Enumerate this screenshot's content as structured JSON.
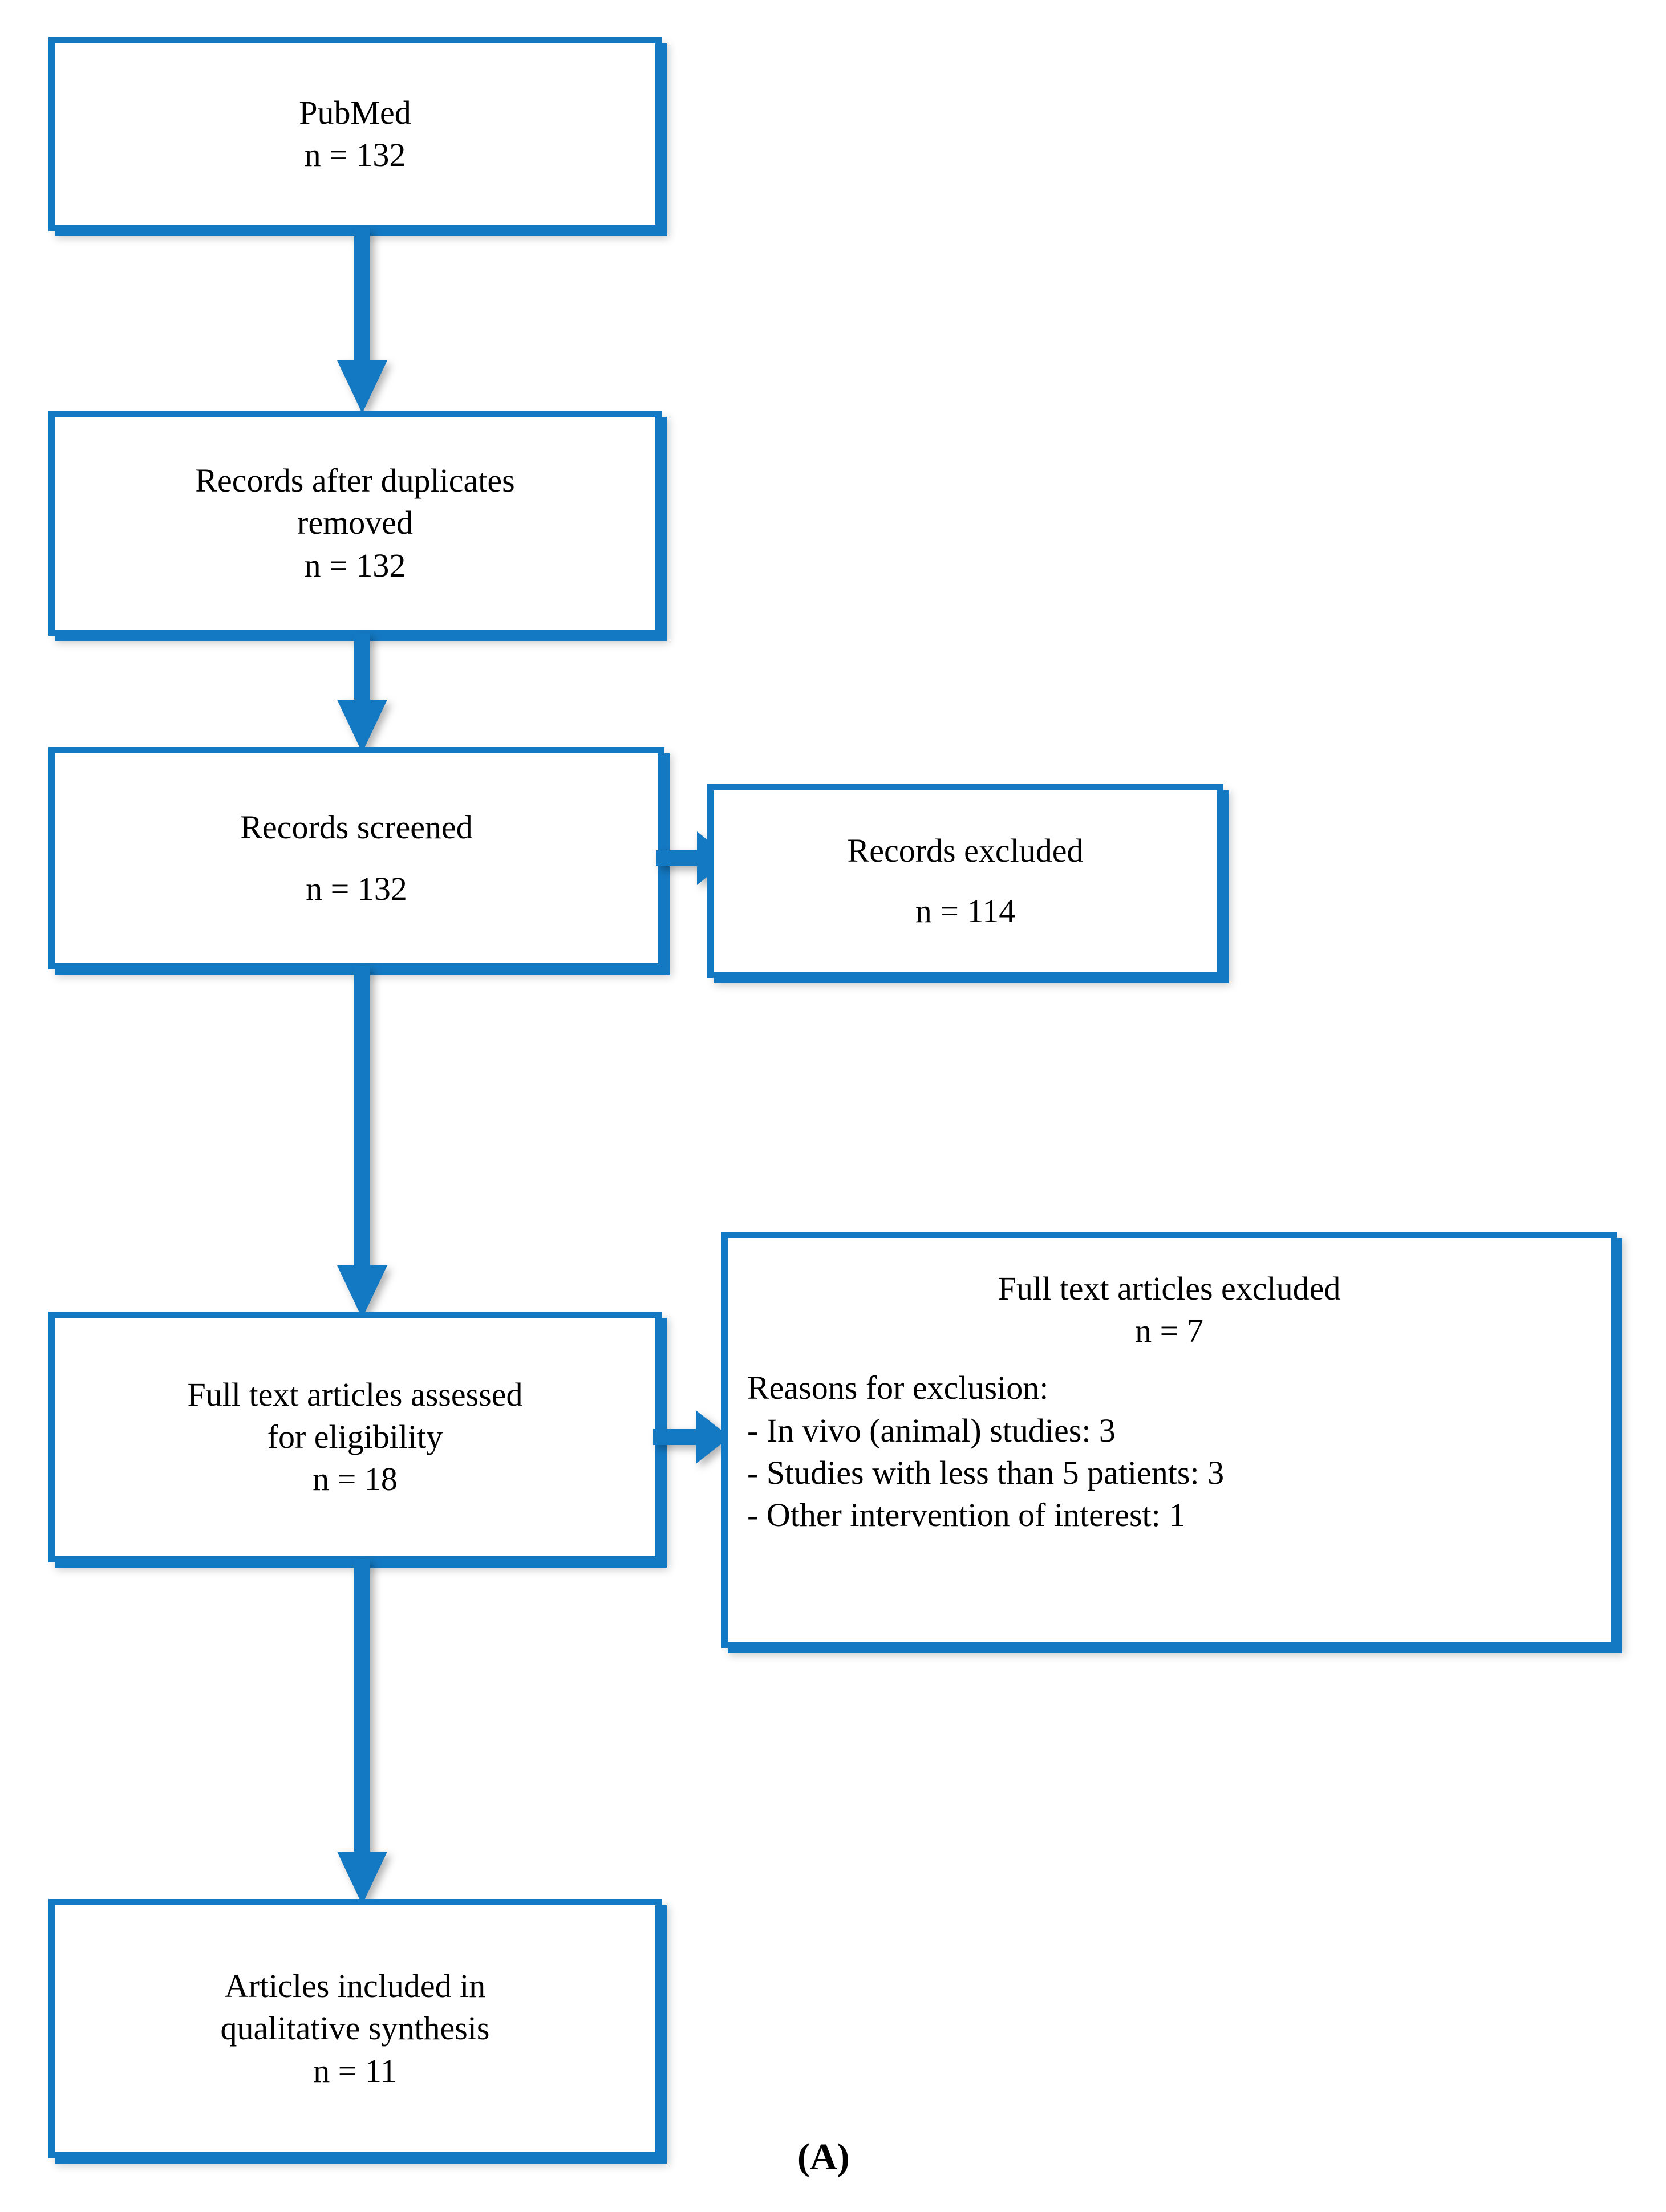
{
  "figure": {
    "caption": "(A)",
    "accent_color": "#1479c3",
    "text_color": "#000000",
    "background_color": "#ffffff"
  },
  "flow": {
    "nodes": [
      {
        "id": "identification-pubmed",
        "lines": [
          "PubMed",
          "n = 132"
        ]
      },
      {
        "id": "records-after-duplicates",
        "lines": [
          "Records after duplicates",
          "removed",
          "n = 132"
        ]
      },
      {
        "id": "records-screened",
        "lines": [
          "Records screened",
          "n = 132"
        ]
      },
      {
        "id": "records-excluded",
        "lines": [
          "Records excluded",
          "n = 114"
        ]
      },
      {
        "id": "full-text-assessed",
        "lines": [
          "Full text articles assessed",
          "for eligibility",
          "n = 18"
        ]
      },
      {
        "id": "full-text-excluded",
        "title": "Full text articles excluded",
        "count": "n = 7",
        "reasons_header": "Reasons for exclusion:",
        "reasons": [
          "- In vivo (animal) studies: 3",
          "- Studies with less than 5 patients: 3",
          "- Other intervention of interest: 1"
        ]
      },
      {
        "id": "articles-included",
        "lines": [
          "Articles included in",
          "qualitative synthesis",
          "n = 11"
        ]
      }
    ],
    "connectors": [
      {
        "id": "pubmed-to-duplicates",
        "direction": "down"
      },
      {
        "id": "duplicates-to-screened",
        "direction": "down"
      },
      {
        "id": "screened-to-excluded",
        "direction": "right"
      },
      {
        "id": "screened-to-fulltext",
        "direction": "down"
      },
      {
        "id": "fulltext-to-fulltext-excluded",
        "direction": "right"
      },
      {
        "id": "fulltext-to-included",
        "direction": "down"
      }
    ]
  },
  "chart_data": {
    "type": "diagram",
    "title": "PRISMA study selection flow diagram (A)",
    "stages": [
      {
        "label": "PubMed",
        "n": 132
      },
      {
        "label": "Records after duplicates removed",
        "n": 132
      },
      {
        "label": "Records screened",
        "n": 132
      },
      {
        "label": "Records excluded",
        "n": 114
      },
      {
        "label": "Full text articles assessed for eligibility",
        "n": 18
      },
      {
        "label": "Full text articles excluded",
        "n": 7
      },
      {
        "label": "Articles included in qualitative synthesis",
        "n": 11
      }
    ],
    "exclusion_reasons": [
      {
        "reason": "In vivo (animal) studies",
        "n": 3
      },
      {
        "reason": "Studies with less than 5 patients",
        "n": 3
      },
      {
        "reason": "Other intervention of interest",
        "n": 1
      }
    ]
  }
}
